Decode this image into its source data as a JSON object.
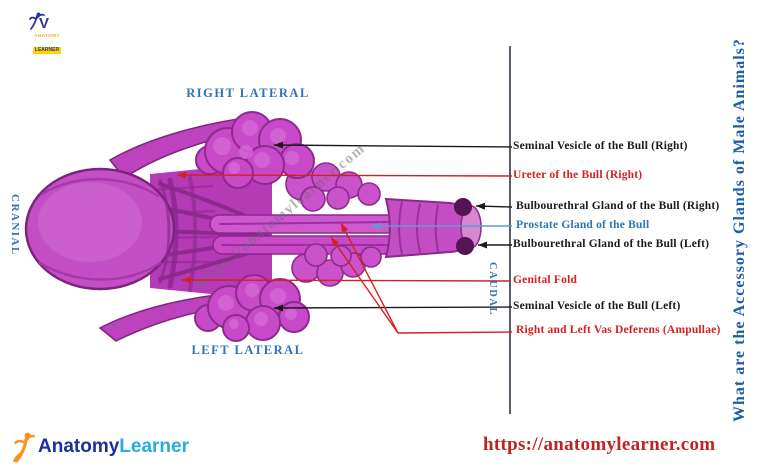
{
  "page": {
    "title_vertical": "What are the Accessory Glands of Male Animals?",
    "watermark": "https://anatomylearner.com",
    "url": "https://anatomylearner.com"
  },
  "logo_top": {
    "v": "V",
    "line1": "ANATOMY",
    "line2": "LEARNER"
  },
  "logo_bottom": {
    "part1": "Anatomy",
    "part2": "Learner"
  },
  "orientation": {
    "cranial": "CRANIAL",
    "caudal": "CAUDAL",
    "right_lateral": "RIGHT LATERAL",
    "left_lateral": "LEFT LATERAL"
  },
  "labels": [
    {
      "text": "Seminal Vesicle of the Bull (Right)",
      "color": "#1a1a1a"
    },
    {
      "text": "Ureter of the Bull (Right)",
      "color": "#d42020"
    },
    {
      "text": "Bulbourethral Gland of the Bull (Right)",
      "color": "#1a1a1a"
    },
    {
      "text": "Prostate Gland of the Bull",
      "color": "#2e74b5"
    },
    {
      "text": "Bulbourethral Gland of the Bull (Left)",
      "color": "#1a1a1a"
    },
    {
      "text": "Genital Fold",
      "color": "#d42020"
    },
    {
      "text": "Seminal Vesicle of the Bull (Left)",
      "color": "#1a1a1a"
    },
    {
      "text": "Right and Left Vas Deferens (Ampullae)",
      "color": "#d42020"
    }
  ],
  "colors": {
    "title_blue": "#1d5ca8",
    "direction_blue": "#2e74b5",
    "url_red": "#c32222",
    "label_black": "#1a1a1a",
    "label_red": "#d42020",
    "label_blue": "#2e74b5",
    "line_blue": "#5b9bd5",
    "anatomy_magenta": "#c44fc4"
  }
}
